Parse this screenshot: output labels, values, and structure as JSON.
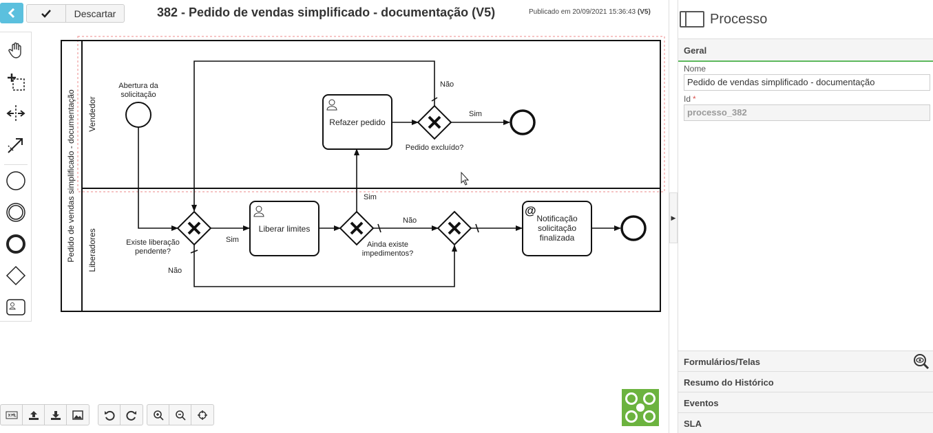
{
  "toolbar": {
    "back_icon": "chevron-left-icon",
    "save_icon": "check-icon",
    "discard_label": "Descartar",
    "title": "382 - Pedido de vendas simplificado - documentação (V5)",
    "published_label": "Publicado em 20/09/2021 15:36:43",
    "published_version": "(V5)"
  },
  "palette": {
    "tools": [
      "hand-tool-icon",
      "lasso-tool-icon",
      "space-tool-icon",
      "connect-tool-icon",
      "start-event-icon",
      "intermediate-event-icon",
      "end-event-icon",
      "gateway-icon",
      "user-task-icon"
    ]
  },
  "diagram": {
    "pool_label": "Pedido de vendas simplificado - documentação",
    "lanes": [
      "Vendedor",
      "Liberadores"
    ],
    "start_event_label_1": "Abertura da",
    "start_event_label_2": "solicitação",
    "task_refazer": "Refazer pedido",
    "task_liberar": "Liberar limites",
    "task_notificacao_1": "Notificação",
    "task_notificacao_2": "solicitação",
    "task_notificacao_3": "finalizada",
    "gw_excluido": "Pedido excluído?",
    "gw_liberacao_1": "Existe liberação",
    "gw_liberacao_2": "pendente?",
    "gw_impedimentos_1": "Ainda existe",
    "gw_impedimentos_2": "impedimentos?",
    "flow_nao_top": "Não",
    "flow_sim_top": "Sim",
    "flow_sim_liberar": "Sim",
    "flow_sim_up": "Sim",
    "flow_nao_mid": "Não",
    "flow_nao_bottom": "Não",
    "email_symbol": "@"
  },
  "bottom_toolbar": {
    "file_group": [
      "xml-icon",
      "upload-icon",
      "download-icon",
      "image-icon"
    ],
    "history_group": [
      "undo-icon",
      "redo-icon"
    ],
    "zoom_group": [
      "zoom-in-icon",
      "zoom-out-icon",
      "center-icon"
    ]
  },
  "panel": {
    "title": "Processo",
    "section": "Geral",
    "name_label": "Nome",
    "name_value": "Pedido de vendas simplificado - documentação",
    "id_label": "Id",
    "id_required": "*",
    "id_value": "processo_382",
    "accordion": [
      "Formulários/Telas",
      "Resumo do Histórico",
      "Eventos",
      "SLA"
    ]
  },
  "colors": {
    "accent": "#5bc0de",
    "section_underline": "#5cb85c",
    "logo_green": "#6cb33f"
  }
}
